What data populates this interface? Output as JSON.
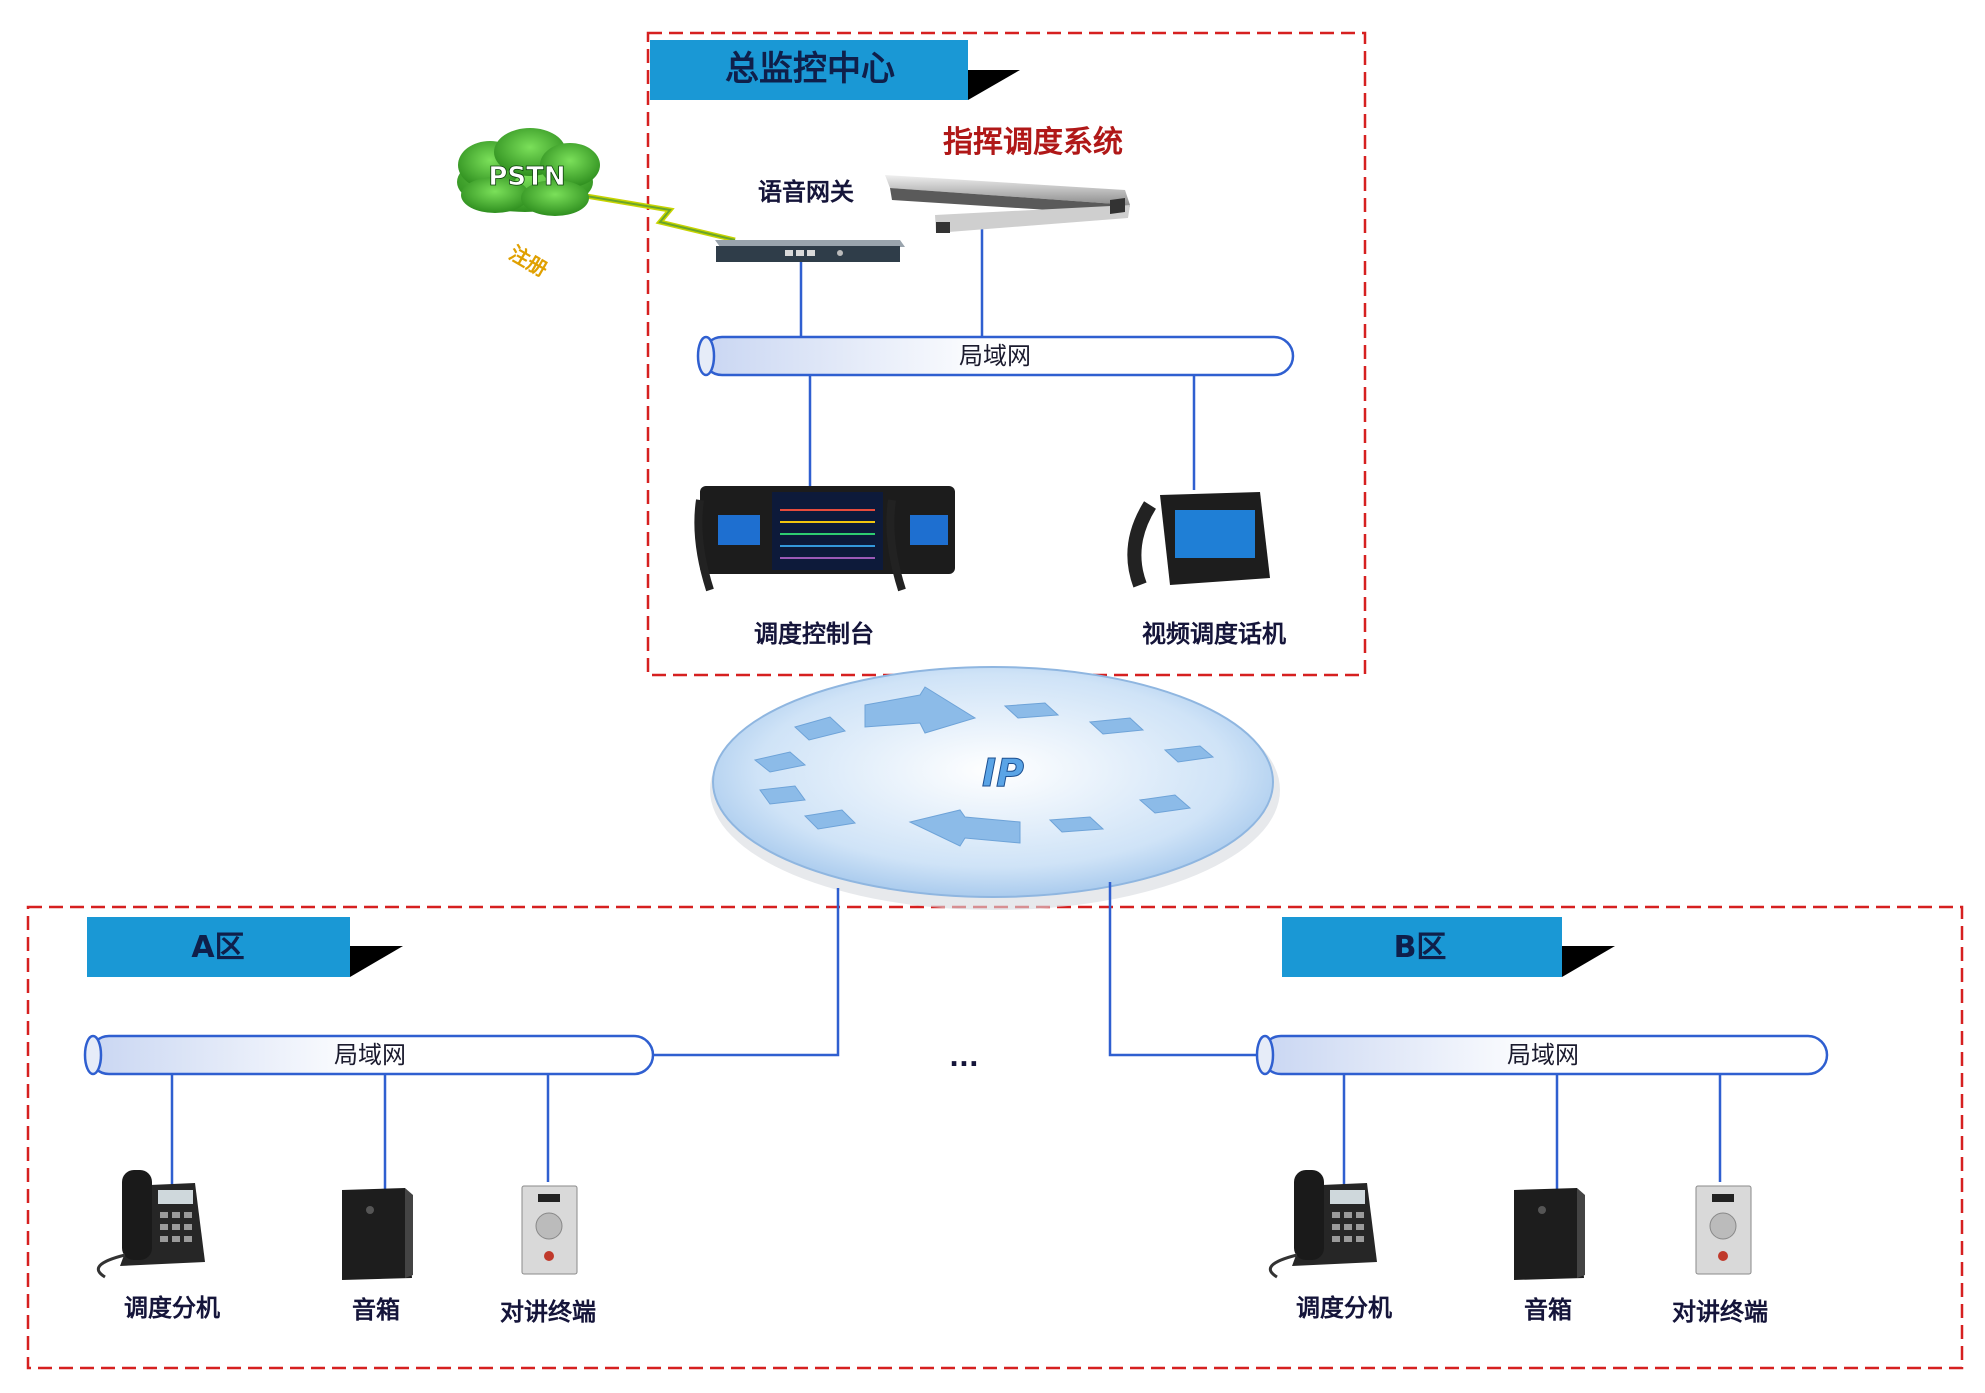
{
  "center": {
    "title": "总监控中心",
    "command_system": "指挥调度系统",
    "voice_gateway": "语音网关",
    "pstn": "PSTN",
    "register": "注册",
    "lan": "局域网",
    "console": "调度控制台",
    "video_phone": "视频调度话机"
  },
  "ip_cloud": {
    "label": "IP"
  },
  "zone_a": {
    "title": "A区",
    "lan": "局域网",
    "devices": [
      {
        "label": "调度分机"
      },
      {
        "label": "音箱"
      },
      {
        "label": "对讲终端"
      }
    ]
  },
  "zone_b": {
    "title": "B区",
    "lan": "局域网",
    "devices": [
      {
        "label": "调度分机"
      },
      {
        "label": "音箱"
      },
      {
        "label": "对讲终端"
      }
    ]
  },
  "ellipsis": "..."
}
